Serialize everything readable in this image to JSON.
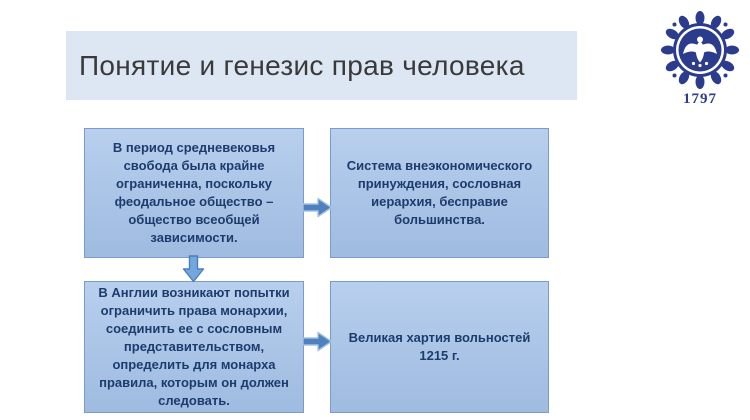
{
  "slide": {
    "title": "Понятие и генезис прав человека",
    "logo": {
      "year": "1797",
      "description": "university-seal-with-pelican"
    },
    "flow": {
      "boxes": [
        {
          "id": "medieval-society",
          "text": "В период средневековья свобода была крайне ограниченна, поскольку феодальное общество – общество всеобщей зависимости."
        },
        {
          "id": "coercion-system",
          "text": "Система внеэкономического принуждения, сословная иерархия, бесправие большинства."
        },
        {
          "id": "england-attempts",
          "text": "В Англии возникают попытки ограничить права монархии, соединить ее с сословным представительством, определить для монарха правила, которым он должен следовать."
        },
        {
          "id": "magna-carta",
          "text": "Великая хартия вольностей 1215 г."
        }
      ],
      "connectors": [
        {
          "from": "medieval-society",
          "to": "coercion-system",
          "direction": "right"
        },
        {
          "from": "medieval-society",
          "to": "england-attempts",
          "direction": "down"
        },
        {
          "from": "england-attempts",
          "to": "magna-carta",
          "direction": "right"
        }
      ]
    },
    "colors": {
      "banner_bg": "#dde7f3",
      "title_text": "#3a3a3a",
      "box_fill_top": "#b9cfee",
      "box_fill_bottom": "#9fbbe0",
      "box_border": "#7b9cc8",
      "box_text": "#1d3c6e",
      "arrow_right_fill": "#4f81bd",
      "arrow_right_stroke": "#a3c1e5",
      "arrow_down_fill": "#74a7db",
      "arrow_down_stroke": "#4a7ebb",
      "logo_blue": "#2c3c8c"
    }
  }
}
